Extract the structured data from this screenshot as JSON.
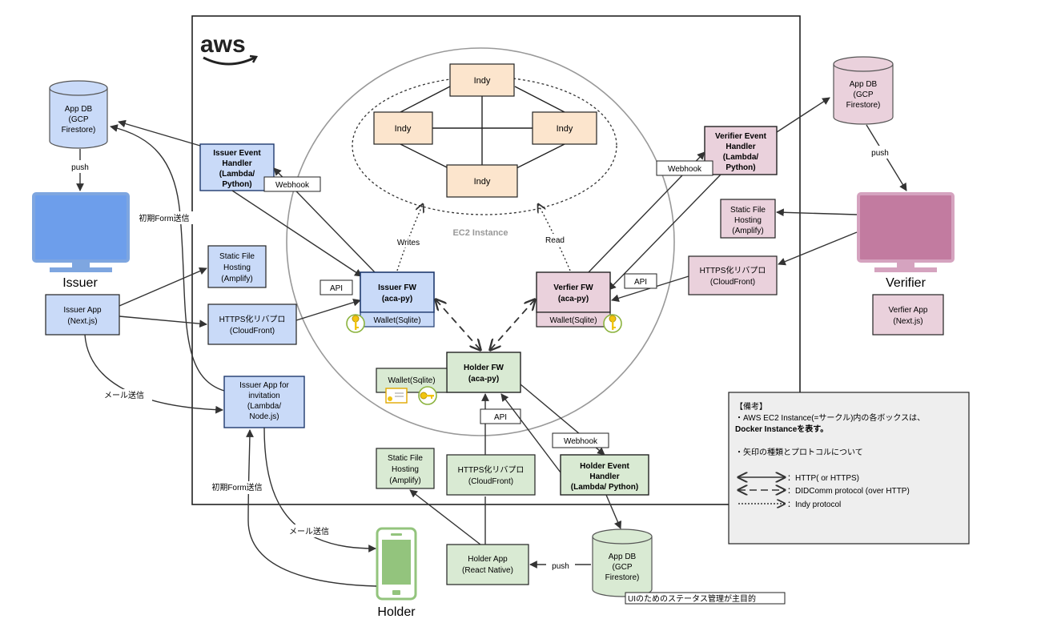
{
  "aws_logo": "aws",
  "ec2_label": "EC2 Instance",
  "indy": {
    "top": "Indy",
    "left": "Indy",
    "right": "Indy",
    "bottom": "Indy"
  },
  "issuer": {
    "app_db": [
      "App DB",
      "(GCP",
      "Firestore)"
    ],
    "push": "push",
    "name": "Issuer",
    "event_handler": [
      "Issuer Event",
      "Handler",
      "(Lambda/",
      "Python)"
    ],
    "webhook": "Webhook",
    "initial_form": "初期Form送信",
    "static_hosting": [
      "Static File",
      "Hosting",
      "(Amplify)"
    ],
    "https_proxy": [
      "HTTPS化リバプロ",
      "(CloudFront)"
    ],
    "app": [
      "Issuer App",
      "(Next.js)"
    ],
    "api": "API",
    "fw": [
      "Issuer FW",
      "(aca-py)"
    ],
    "wallet": "Wallet(Sqlite)",
    "mail": "メール送信",
    "invitation_app": [
      "Issuer App for",
      "invitation",
      "(Lambda/",
      "Node.js)"
    ],
    "writes": "Writes"
  },
  "verifier": {
    "app_db": [
      "App DB",
      "(GCP",
      "Firestore)"
    ],
    "push": "push",
    "name": "Verifier",
    "event_handler": [
      "Verifier Event",
      "Handler",
      "(Lambda/",
      "Python)"
    ],
    "webhook": "Webhook",
    "static_hosting": [
      "Static File",
      "Hosting",
      "(Amplify)"
    ],
    "https_proxy": [
      "HTTPS化リバプロ",
      "(CloudFront)"
    ],
    "app": [
      "Verfier App",
      "(Next.js)"
    ],
    "api": "API",
    "fw": [
      "Verfier FW",
      "(aca-py)"
    ],
    "wallet": "Wallet(Sqlite)",
    "read": "Read"
  },
  "holder": {
    "fw": [
      "Holder FW",
      "(aca-py)"
    ],
    "wallet": "Wallet(Sqlite)",
    "api": "API",
    "webhook": "Webhook",
    "static_hosting": [
      "Static File",
      "Hosting",
      "(Amplify)"
    ],
    "https_proxy": [
      "HTTPS化リバプロ",
      "(CloudFront)"
    ],
    "event_handler": [
      "Holder Event",
      "Handler",
      "(Lambda/ Python)"
    ],
    "app": [
      "Holder App",
      "(React Native)"
    ],
    "push": "push",
    "app_db": [
      "App DB",
      "(GCP",
      "Firestore)"
    ],
    "db_note": "UIのためのステータス管理が主目的",
    "initial_form": "初期Form送信",
    "mail": "メール送信",
    "name": "Holder"
  },
  "legend": {
    "title": "【備考】",
    "line1": "・AWS EC2 Instance(=サークル)内の各ボックスは、",
    "line2": "Docker Instanceを表す。",
    "line3": "・矢印の種類とプロトコルについて",
    "http": "：HTTP( or HTTPS)",
    "didcomm": "：DIDComm protocol (over HTTP)",
    "indy": "：Indy protocol"
  },
  "colors": {
    "issuer_fill": "#c9daf8",
    "issuer_stroke": "#1f3a6e",
    "verifier_fill": "#ead1dc",
    "holder_fill": "#d9ead3",
    "indy_fill": "#fce5cd",
    "issuer_screen": "#6d9eeb",
    "verifier_screen": "#c27ba0",
    "holder_screen": "#93c47d"
  }
}
